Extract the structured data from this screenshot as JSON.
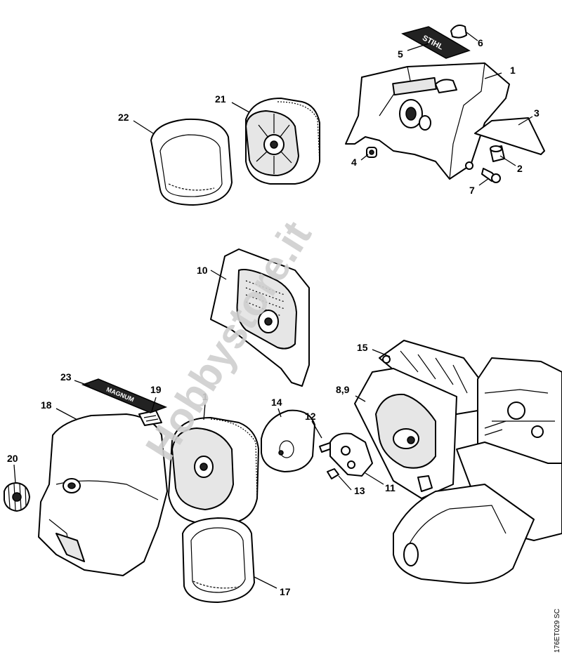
{
  "labels": {
    "p1": "1",
    "p2": "2",
    "p3": "3",
    "p4": "4",
    "p5": "5",
    "p6": "6",
    "p7": "7",
    "p10": "10",
    "p11": "11",
    "p12": "12",
    "p13": "13",
    "p14": "14",
    "p15": "15",
    "p89": "8,9",
    "p17": "17",
    "p18": "18",
    "p19": "19",
    "p20": "20",
    "p21": "21",
    "p22": "22",
    "p23": "23",
    "p16": "1"
  },
  "decals": {
    "stihl": "STIHL",
    "magnum": "MAGNUM"
  },
  "watermark": "Hobbystore.it",
  "drawing_code": "176ET029 SC"
}
